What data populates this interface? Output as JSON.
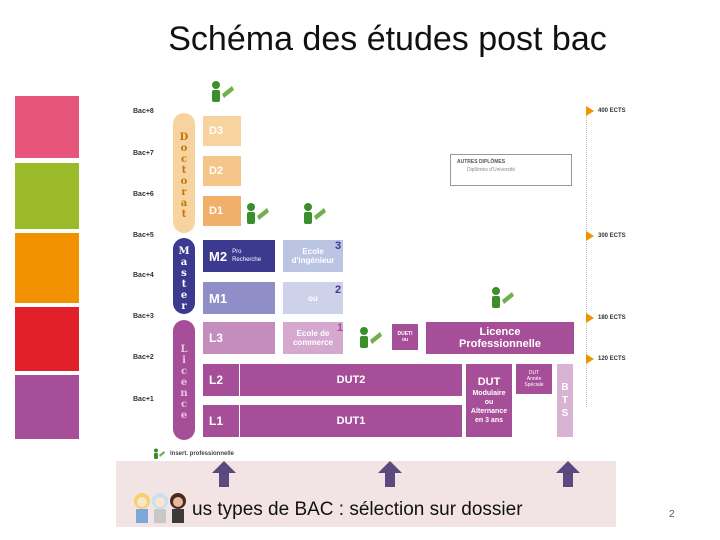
{
  "title": "Schéma des études post bac",
  "swatch_colors": [
    "#e8557a",
    "#9bbb2a",
    "#f39200",
    "#e2202c",
    "#a74e98",
    "#3b3a8f"
  ],
  "bac_levels": [
    "Bac+8",
    "Bac+7",
    "Bac+6",
    "Bac+5",
    "Bac+4",
    "Bac+3",
    "Bac+2",
    "Bac+1"
  ],
  "doctorat": {
    "letters": [
      "D",
      "o",
      "c",
      "t",
      "o",
      "r",
      "a",
      "t"
    ],
    "d3": "D3",
    "d2": "D2",
    "d1": "D1"
  },
  "master": {
    "letters": [
      "M",
      "a",
      "s",
      "t",
      "e",
      "r"
    ],
    "m2": "M2",
    "m2_sub1": "Pro",
    "m2_sub2": "Recherche",
    "m1": "M1"
  },
  "licence": {
    "letters": [
      "L",
      "i",
      "c",
      "e",
      "n",
      "c",
      "e"
    ],
    "l3": "L3",
    "l2": "L2",
    "l1": "L1"
  },
  "ecole_ingenieur": {
    "line1": "Ecole",
    "line2": "d'ingénieur",
    "num": "3"
  },
  "ou": {
    "label": "ou",
    "num": "2"
  },
  "ecole_commerce": {
    "line1": "Ecole de",
    "line2": "commerce",
    "num": "1"
  },
  "dueti": {
    "line1": "DUETI",
    "line2": "ou"
  },
  "licence_pro": {
    "line1": "Licence",
    "line2": "Professionnelle"
  },
  "dut2": "DUT2",
  "dut1": "DUT1",
  "dut_modulaire": {
    "line1": "DUT",
    "line2": "Modulaire",
    "line3": "ou",
    "line4": "Alternance",
    "line5": "en 3 ans"
  },
  "dut_annee_speciale": {
    "line1": "DUT",
    "line2": "Année",
    "line3": "Spéciale"
  },
  "bts": [
    "B",
    "T",
    "S"
  ],
  "autres_diplomes": {
    "line1": "AUTRES DIPLÔMES",
    "line2": "Diplômes d'Université"
  },
  "ects": [
    "400 ECTS",
    "300 ECTS",
    "180 ECTS",
    "120 ECTS"
  ],
  "insert_label": "Insert. professionnelle",
  "footer_text": "us types de BAC : sélection sur dossier",
  "page_number": "2"
}
